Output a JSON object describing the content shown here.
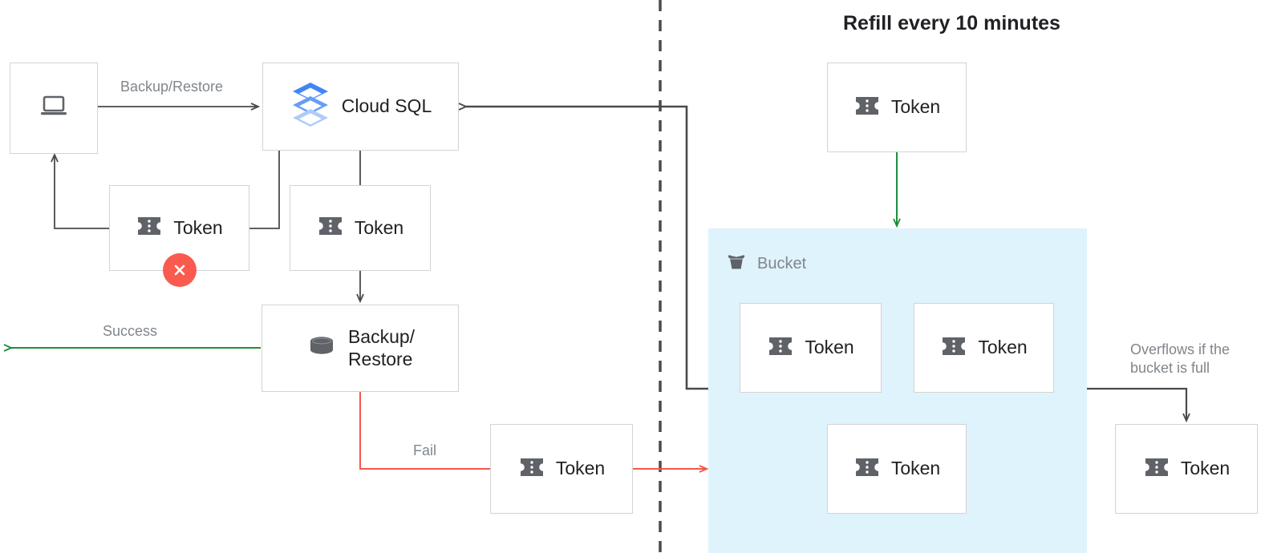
{
  "title": "Refill every 10 minutes",
  "colors": {
    "node_border": "#d3d3d3",
    "wire_dark": "#4a4a4a",
    "wire_green": "#1e8e3e",
    "wire_red": "#f4574b",
    "bucket_fill": "#dff3fd",
    "badge_red": "#fb5a4f",
    "label_gray": "#80868b",
    "text_dark": "#202124",
    "icon_gray": "#5f6368",
    "cloudsql_blue_dark": "#4285f4",
    "cloudsql_blue_mid": "#669df6",
    "cloudsql_blue_light": "#aecbfa"
  },
  "nodes": {
    "client": {
      "label": "",
      "icon": "laptop-icon"
    },
    "cloud_sql": {
      "label": "Cloud SQL",
      "icon": "cloud-sql-icon"
    },
    "token_client": {
      "label": "Token",
      "icon": "token-icon"
    },
    "token_sql": {
      "label": "Token",
      "icon": "token-icon"
    },
    "backup_restore": {
      "label": "Backup/\nRestore",
      "icon": "database-icon"
    },
    "token_fail": {
      "label": "Token",
      "icon": "token-icon"
    },
    "token_refill": {
      "label": "Token",
      "icon": "token-icon"
    },
    "token_bucket_1": {
      "label": "Token",
      "icon": "token-icon"
    },
    "token_bucket_2": {
      "label": "Token",
      "icon": "token-icon"
    },
    "token_bucket_3": {
      "label": "Token",
      "icon": "token-icon"
    },
    "token_overflow": {
      "label": "Token",
      "icon": "token-icon"
    }
  },
  "bucket": {
    "label": "Bucket",
    "icon": "bucket-icon"
  },
  "edge_labels": {
    "backup_restore": "Backup/Restore",
    "success": "Success",
    "fail": "Fail",
    "overflow": "Overflows if the\nbucket is full"
  }
}
